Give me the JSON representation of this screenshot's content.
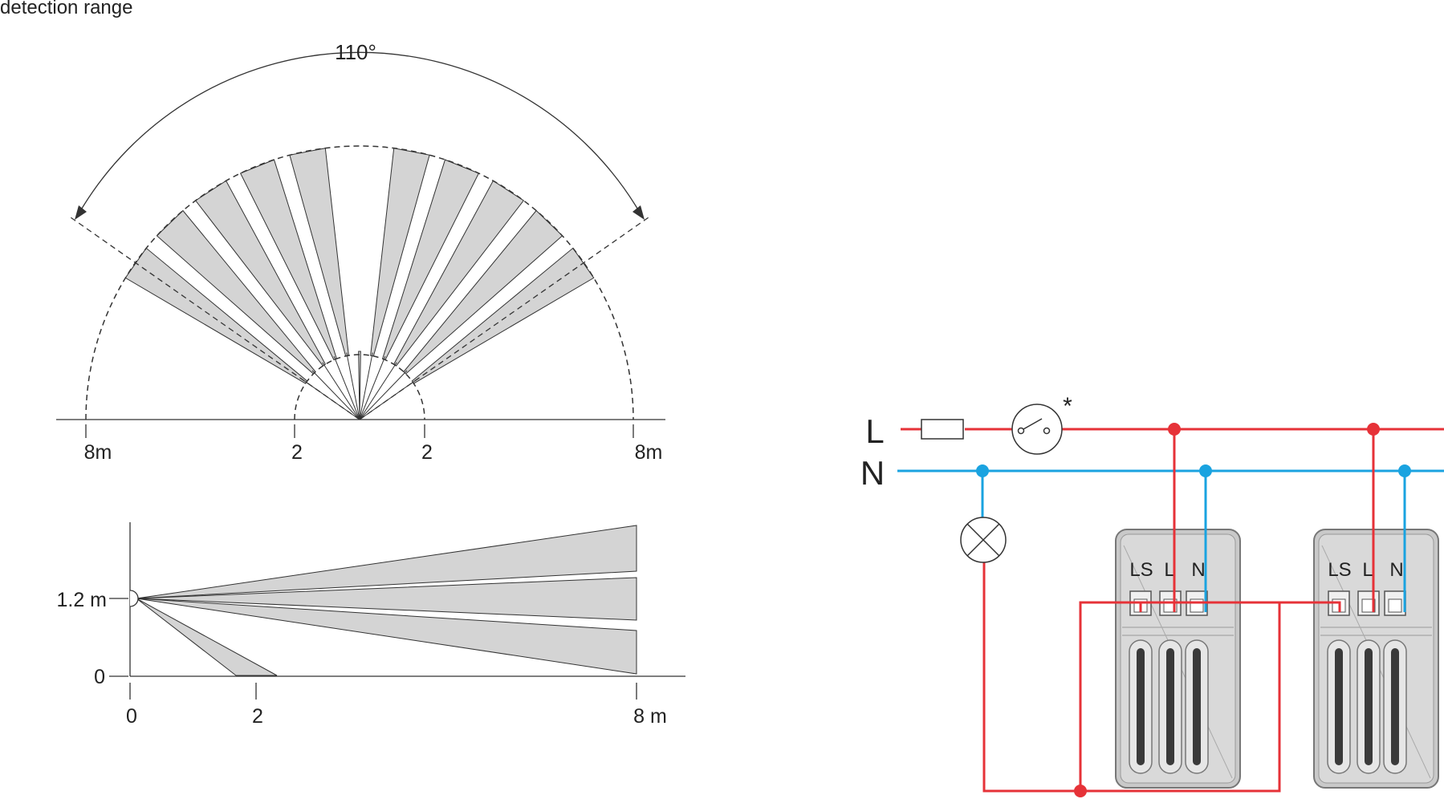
{
  "title": "detection range",
  "top_view": {
    "angle_label": "110°",
    "tick_labels": [
      "8m",
      "2",
      "2",
      "8m"
    ]
  },
  "side_view": {
    "y_labels": [
      "1.2 m",
      "0"
    ],
    "x_labels": [
      "0",
      "2",
      "8 m"
    ]
  },
  "wiring": {
    "line_L": "L",
    "line_N": "N",
    "switch_note": "*",
    "devices": [
      {
        "terminals": [
          "LS",
          "L",
          "N"
        ]
      },
      {
        "terminals": [
          "LS",
          "L",
          "N"
        ]
      }
    ]
  },
  "colors": {
    "live": "#e63238",
    "neutral": "#1aa3e0",
    "zone_fill": "#d4d4d4",
    "line": "#333333"
  }
}
